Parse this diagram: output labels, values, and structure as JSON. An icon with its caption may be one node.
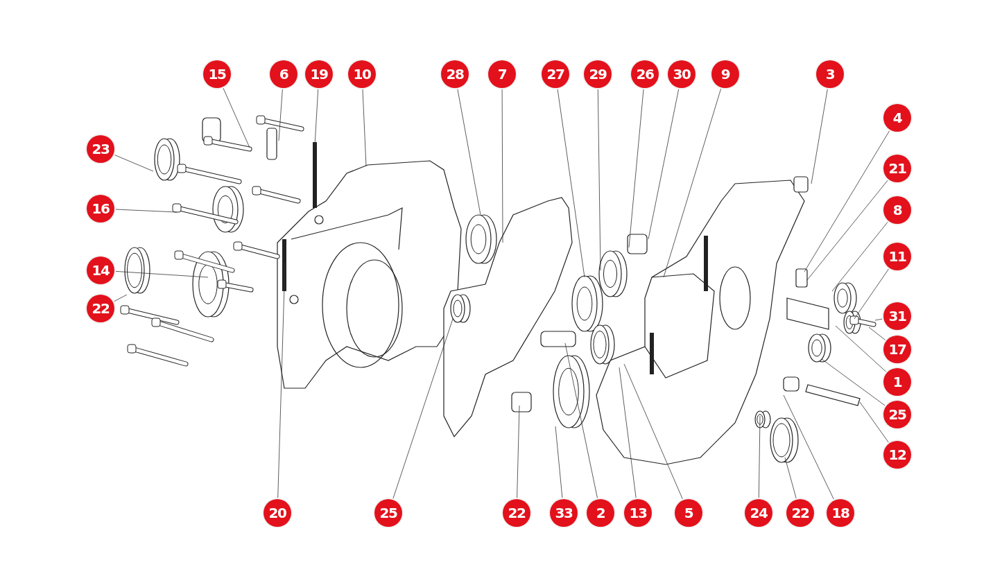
{
  "diagram": {
    "nodes": [
      {
        "text": [
          "15"
        ]
      },
      {
        "text": [
          "6"
        ]
      },
      {
        "text": [
          "19"
        ]
      },
      {
        "text": [
          "10"
        ]
      },
      {
        "text": [
          "28"
        ]
      },
      {
        "text": [
          "7"
        ]
      },
      {
        "text": [
          "27"
        ]
      },
      {
        "text": [
          "29"
        ]
      },
      {
        "text": [
          "26"
        ]
      },
      {
        "text": [
          "30"
        ]
      },
      {
        "text": [
          "9"
        ]
      },
      {
        "text": [
          "3"
        ]
      },
      {
        "text": [
          "4"
        ]
      },
      {
        "text": [
          "21"
        ]
      },
      {
        "text": [
          "8"
        ]
      },
      {
        "text": [
          "11"
        ]
      },
      {
        "text": [
          "31"
        ]
      },
      {
        "text": [
          "17"
        ]
      },
      {
        "text": [
          "1"
        ]
      },
      {
        "text": [
          "25"
        ]
      },
      {
        "text": [
          "12"
        ]
      },
      {
        "text": [
          "23"
        ]
      },
      {
        "text": [
          "16"
        ]
      },
      {
        "text": [
          "14"
        ]
      },
      {
        "text": [
          "22"
        ]
      },
      {
        "text": [
          "20"
        ]
      },
      {
        "text": [
          "25"
        ]
      },
      {
        "text": [
          "22"
        ]
      },
      {
        "text": [
          "33"
        ]
      },
      {
        "text": [
          "2"
        ]
      },
      {
        "text": [
          "13"
        ]
      },
      {
        "text": [
          "5"
        ]
      },
      {
        "text": [
          "24"
        ]
      },
      {
        "text": [
          "22"
        ]
      },
      {
        "text": [
          "18"
        ]
      }
    ],
    "edges": [
      {
        "from": 0,
        "to": null,
        "arrow": "none"
      },
      {
        "from": 1,
        "to": null,
        "arrow": "none"
      },
      {
        "from": 2,
        "to": null,
        "arrow": "none"
      },
      {
        "from": 3,
        "to": null,
        "arrow": "none"
      },
      {
        "from": 4,
        "to": null,
        "arrow": "none"
      },
      {
        "from": 5,
        "to": null,
        "arrow": "none"
      },
      {
        "from": 6,
        "to": null,
        "arrow": "none"
      },
      {
        "from": 7,
        "to": null,
        "arrow": "none"
      },
      {
        "from": 8,
        "to": null,
        "arrow": "none"
      },
      {
        "from": 9,
        "to": null,
        "arrow": "none"
      },
      {
        "from": 10,
        "to": null,
        "arrow": "none"
      },
      {
        "from": 11,
        "to": null,
        "arrow": "none"
      },
      {
        "from": 12,
        "to": null,
        "arrow": "none"
      },
      {
        "from": 13,
        "to": null,
        "arrow": "none"
      },
      {
        "from": 14,
        "to": null,
        "arrow": "none"
      },
      {
        "from": 15,
        "to": null,
        "arrow": "none"
      },
      {
        "from": 16,
        "to": null,
        "arrow": "none"
      },
      {
        "from": 17,
        "to": null,
        "arrow": "none"
      },
      {
        "from": 18,
        "to": null,
        "arrow": "none"
      },
      {
        "from": 19,
        "to": null,
        "arrow": "none"
      },
      {
        "from": 20,
        "to": null,
        "arrow": "none"
      },
      {
        "from": 21,
        "to": null,
        "arrow": "none"
      },
      {
        "from": 22,
        "to": null,
        "arrow": "none"
      },
      {
        "from": 23,
        "to": null,
        "arrow": "none"
      },
      {
        "from": 24,
        "to": null,
        "arrow": "none"
      },
      {
        "from": 25,
        "to": null,
        "arrow": "none"
      },
      {
        "from": 26,
        "to": null,
        "arrow": "none"
      },
      {
        "from": 27,
        "to": null,
        "arrow": "none"
      },
      {
        "from": 28,
        "to": null,
        "arrow": "none"
      },
      {
        "from": 29,
        "to": null,
        "arrow": "none"
      },
      {
        "from": 30,
        "to": null,
        "arrow": "none"
      },
      {
        "from": 31,
        "to": null,
        "arrow": "none"
      },
      {
        "from": 32,
        "to": null,
        "arrow": "none"
      },
      {
        "from": 33,
        "to": null,
        "arrow": "none"
      },
      {
        "from": 34,
        "to": null,
        "arrow": "none"
      }
    ]
  }
}
